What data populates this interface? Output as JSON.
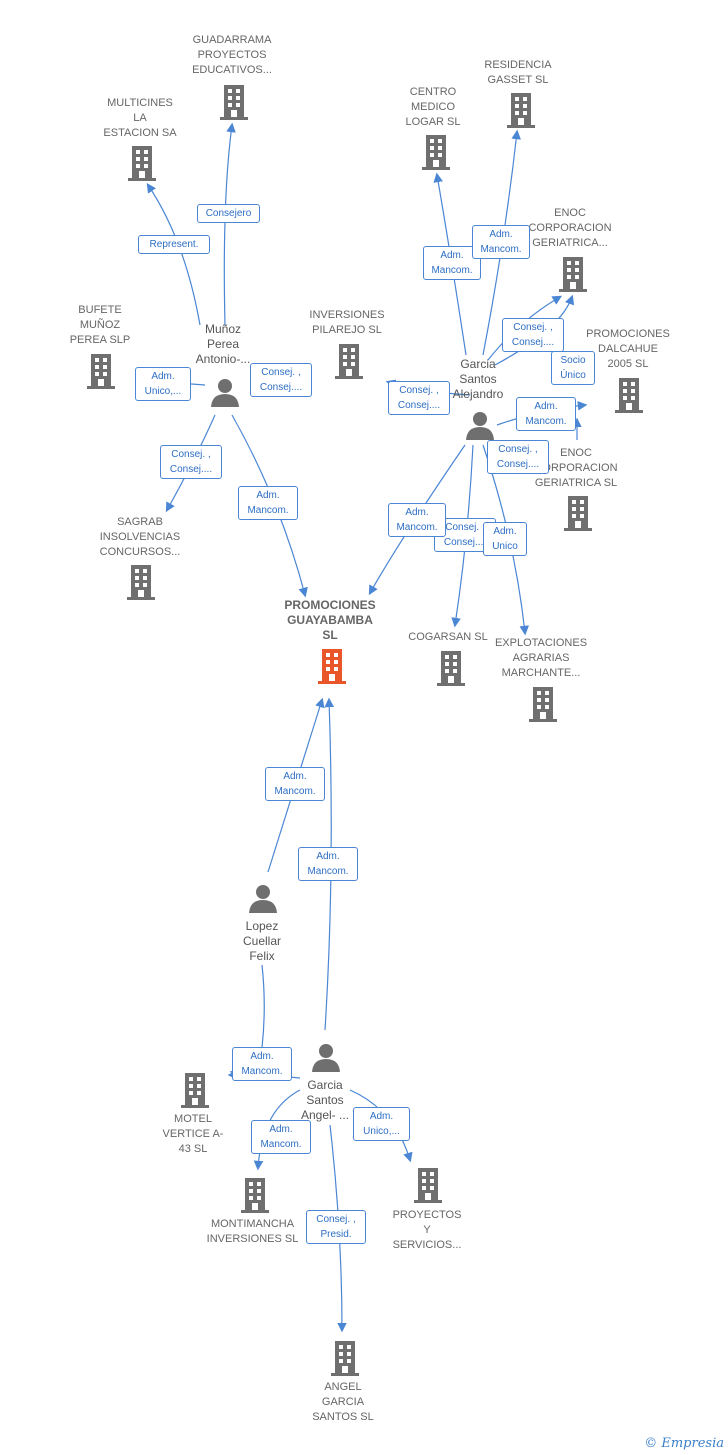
{
  "companies": {
    "guadarrama": "GUADARRAMA\nPROYECTOS\nEDUCATIVOS...",
    "multicines": "MULTICINES\nLA\nESTACION SA",
    "bufete": "BUFETE\nMUÑOZ\nPEREA SLP",
    "inversiones_pilarejo": "INVERSIONES\nPILAREJO  SL",
    "sagrab": "SAGRAB\nINSOLVENCIAS\nCONCURSOS...",
    "centro_medico": "CENTRO\nMEDICO\nLOGAR  SL",
    "residencia_gasset": "RESIDENCIA\nGASSET  SL",
    "enoc_1": "ENOC\nCORPORACION\nGERIATRICA...",
    "promociones_dalcahue": "PROMOCIONES\nDALCAHUE\n2005  SL",
    "enoc_2": "ENOC\nCORPORACION\nGERIATRICA SL",
    "promociones_guayabamba": "PROMOCIONES\nGUAYABAMBA\nSL",
    "cogarsan": "COGARSAN SL",
    "explotaciones": "EXPLOTACIONES\nAGRARIAS\nMARCHANTE...",
    "motel": "MOTEL\nVERTICE A-\n43 SL",
    "montimancha": "MONTIMANCHA\nINVERSIONES SL",
    "proyectos_servicios": "PROYECTOS\nY\nSERVICIOS...",
    "angel_garcia_sl": "ANGEL\nGARCIA\nSANTOS SL"
  },
  "persons": {
    "munoz": "Muñoz\nPerea\nAntonio-...",
    "garcia_alejandro": "Garcia\nSantos\nAlejandro",
    "lopez": "Lopez\nCuellar\nFelix",
    "garcia_angel": "Garcia\nSantos\nAngel- ..."
  },
  "relations": {
    "consejero": "Consejero",
    "represent": "Represent.",
    "adm_unico_1": "Adm.\nUnico,...",
    "consej_1": "Consej. ,\nConsej....",
    "consej_2": "Consej. ,\nConsej....",
    "adm_mancom_1": "Adm.\nMancom.",
    "adm_mancom_2": "Adm.\nMancom.",
    "adm_mancom_3": "Adm.\nMancom.",
    "consej_3": "Consej. ,\nConsej....",
    "consej_4": "Consej. ,\nConsej....",
    "socio_unico": "Socio\nÚnico",
    "adm_mancom_4": "Adm.\nMancom.",
    "consej_5": "Consej. ,\nConsej....",
    "adm_mancom_5": "Adm.\nMancom.",
    "consej_6": "Consej. ,\nConsej....",
    "adm_unico_2": "Adm.\nUnico",
    "adm_mancom_6": "Adm.\nMancom.",
    "adm_mancom_7": "Adm.\nMancom.",
    "adm_mancom_8": "Adm.\nMancom.",
    "adm_mancom_9": "Adm.\nMancom.",
    "adm_unico_3": "Adm.\nUnico,...",
    "consej_presid": "Consej. ,\nPresid."
  },
  "footer": {
    "copyright": "©",
    "brand": "Empresia"
  },
  "colors": {
    "edge": "#4a86d4",
    "building": "#6f6f6f",
    "building_main": "#e8562a",
    "person": "#6f6f6f"
  }
}
